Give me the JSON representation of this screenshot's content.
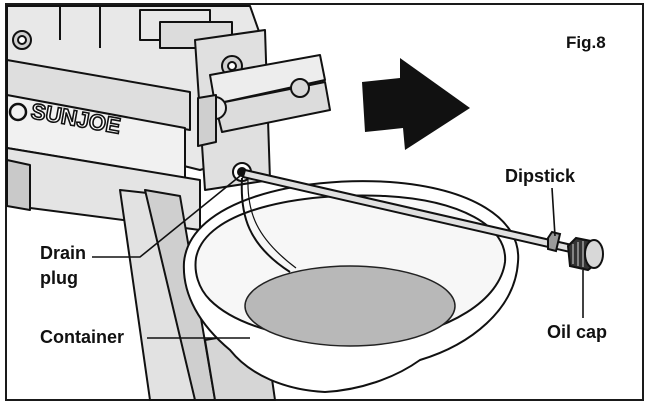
{
  "figure": {
    "fig_label": "Fig.8",
    "brand": "SUNJOE",
    "callouts": {
      "dipstick": "Dipstick",
      "drain_line1": "Drain",
      "drain_line2": "plug",
      "container": "Container",
      "oil_cap": "Oil cap"
    }
  },
  "colors": {
    "line": "#111111",
    "machine_fill": "#e6e6e6",
    "machine_dark": "#c8c8c8",
    "oil": "#b5b5b5",
    "arrow": "#111111",
    "border": "#1a1a1a"
  }
}
